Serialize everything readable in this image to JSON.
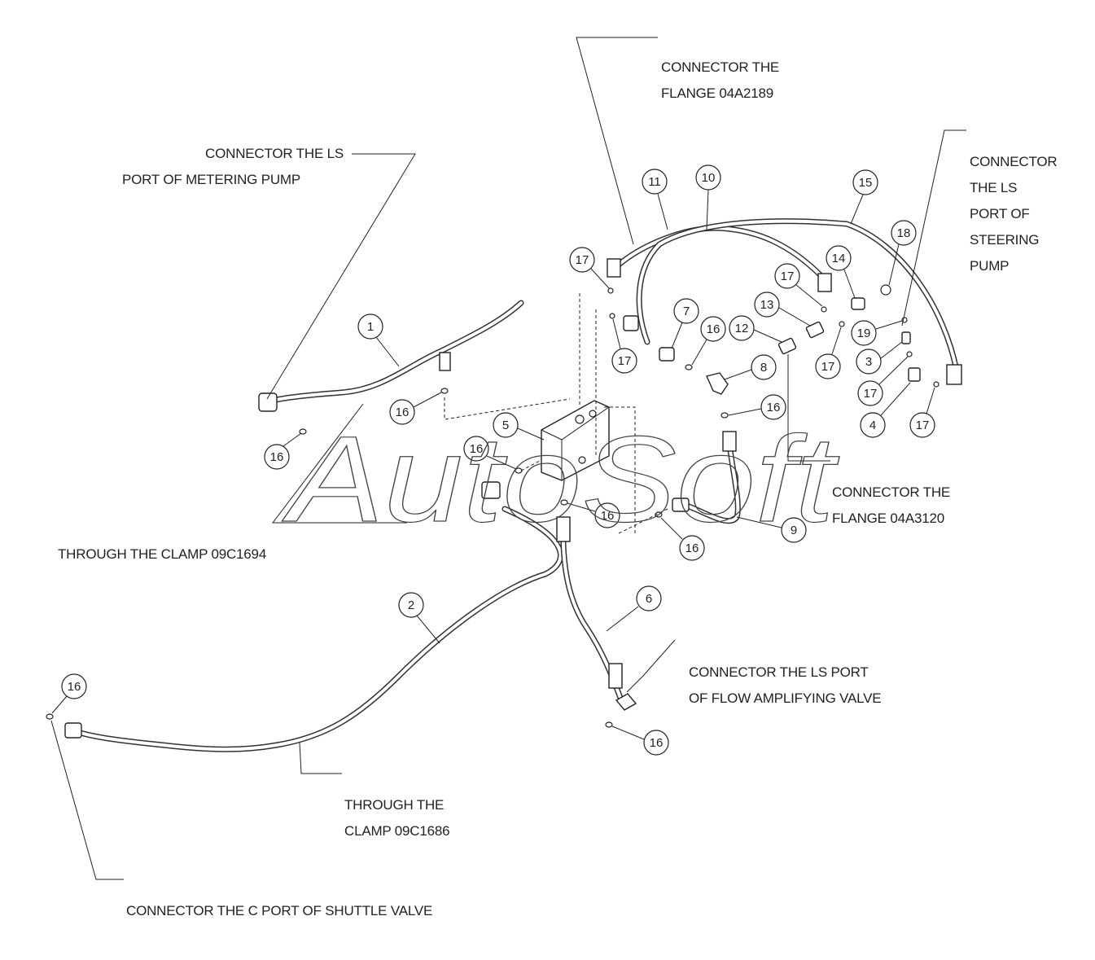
{
  "notes": {
    "flange_04a2189": [
      "CONNECTOR THE",
      "FLANGE 04A2189"
    ],
    "ls_metering_pump": [
      "CONNECTOR THE LS",
      "PORT OF METERING PUMP"
    ],
    "ls_steering_pump": [
      "CONNECTOR",
      "THE LS",
      "PORT OF",
      "STEERING",
      "PUMP"
    ],
    "flange_04a3120": [
      "CONNECTOR THE",
      "FLANGE 04A3120"
    ],
    "clamp_09c1694": "THROUGH THE CLAMP 09C1694",
    "ls_flow_amplifying": [
      "CONNECTOR THE LS PORT",
      "OF FLOW AMPLIFYING VALVE"
    ],
    "clamp_09c1686": [
      "THROUGH THE",
      "CLAMP 09C1686"
    ],
    "c_port_shuttle": "CONNECTOR THE C PORT OF SHUTTLE VALVE"
  },
  "balloons": [
    "1",
    "2",
    "3",
    "4",
    "5",
    "6",
    "7",
    "8",
    "9",
    "10",
    "11",
    "12",
    "13",
    "14",
    "15",
    "16",
    "17",
    "18",
    "19"
  ],
  "watermark": "AutoSoft"
}
